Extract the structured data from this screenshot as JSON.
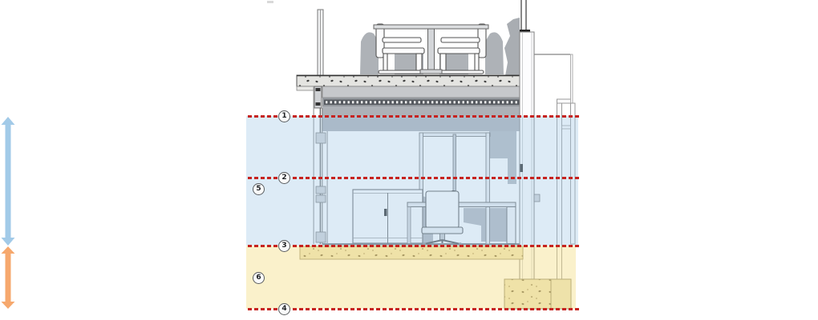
{
  "diagram": {
    "kind": "architectural-section-detail",
    "markers": {
      "m1": {
        "label": "1"
      },
      "m2": {
        "label": "2"
      },
      "m3": {
        "label": "3"
      },
      "m4": {
        "label": "4"
      },
      "m5": {
        "label": "5"
      },
      "m6": {
        "label": "6"
      }
    },
    "colors": {
      "reference_line": "#c6231f",
      "interior_zone_tint": "#dceaf5",
      "interior_arrow": "#a2cae8",
      "ground_zone_tint": "#faf1cb",
      "ground_arrow": "#f6a86d"
    }
  }
}
